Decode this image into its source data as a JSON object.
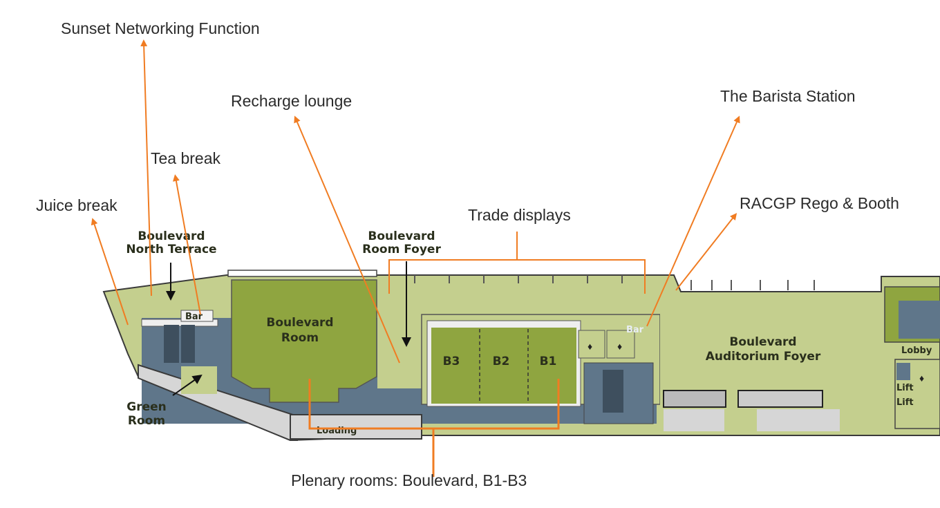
{
  "annotations": {
    "sunset": "Sunset Networking Function",
    "tea": "Tea break",
    "juice": "Juice break",
    "recharge": "Recharge lounge",
    "trade": "Trade displays",
    "barista": "The Barista Station",
    "racgp": "RACGP Rego & Booth",
    "plenary": "Plenary rooms: Boulevard, B1-B3"
  },
  "map_labels": {
    "north_terrace": [
      "Boulevard",
      "North Terrace"
    ],
    "room_foyer": [
      "Boulevard",
      "Room Foyer"
    ],
    "boulevard_room": [
      "Boulevard",
      "Room"
    ],
    "green_room": [
      "Green",
      "Room"
    ],
    "auditorium_foyer": [
      "Boulevard",
      "Auditorium Foyer"
    ],
    "b3": "B3",
    "b2": "B2",
    "b1": "B1",
    "bar_left": "Bar",
    "bar_right": "Bar",
    "loading": "Loading",
    "lobby": "Lobby",
    "lift_1": "Lift",
    "lift_2": "Lift"
  },
  "colors": {
    "light_green": "#c4cf8e",
    "dark_green": "#8fa540",
    "service": "#5f768a",
    "corridor": "#d6d6d6",
    "annotation": "#f07c22"
  }
}
